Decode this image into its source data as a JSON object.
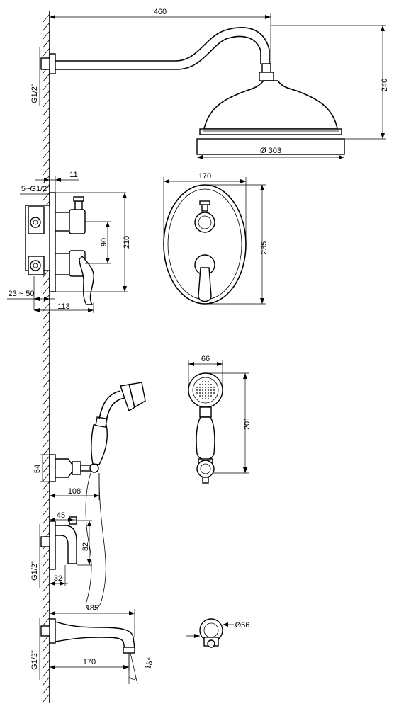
{
  "dimensions": {
    "arm_length": "460",
    "height": "240",
    "head_diameter": "Ø 303",
    "wall_thread_top": "G1/2\"",
    "offset_11": "11",
    "thread_5": "5~G1/2\"",
    "depth_23_50": "23 ~ 50",
    "depth_113": "113",
    "spacing_90": "90",
    "height_210": "210",
    "plate_width": "170",
    "plate_height": "235",
    "hand_width": "66",
    "hand_length": "201",
    "holder_54": "54",
    "holder_108": "108",
    "outlet_45": "45",
    "outlet_82": "82",
    "outlet_32": "32",
    "wall_thread_mid": "G1/2\"",
    "spout_185": "185",
    "spout_170": "170",
    "angle_15": "15°",
    "wall_thread_bottom": "G1/2\"",
    "flange_dia": "Ø56"
  }
}
